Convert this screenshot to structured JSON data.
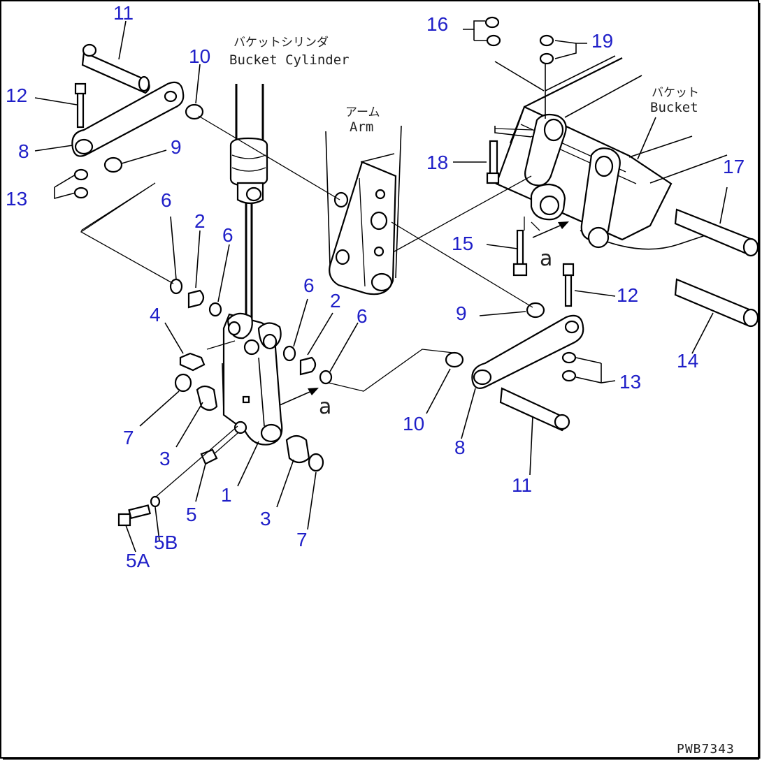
{
  "diagram": {
    "drawing_code": "PWB7343",
    "labels": {
      "bucket_cylinder_jp": "バケットシリンダ",
      "bucket_cylinder_en": "Bucket Cylinder",
      "arm_jp": "アーム",
      "arm_en": "Arm",
      "bucket_jp": "バケット",
      "bucket_en": "Bucket",
      "ref_a1": "a",
      "ref_a2": "a"
    },
    "callouts": {
      "c11a": "11",
      "c10a": "10",
      "c12a": "12",
      "c8a": "8",
      "c9a": "9",
      "c13a": "13",
      "c6a": "6",
      "c2a": "2",
      "c6b": "6",
      "c4": "4",
      "c7a": "7",
      "c3a": "3",
      "c5": "5",
      "c5a": "5A",
      "c5b": "5B",
      "c1": "1",
      "c3b": "3",
      "c7b": "7",
      "c6c": "6",
      "c2b": "2",
      "c6d": "6",
      "c10b": "10",
      "c8b": "8",
      "c11b": "11",
      "c9b": "9",
      "c12b": "12",
      "c13b": "13",
      "c14": "14",
      "c16": "16",
      "c19": "19",
      "c18": "18",
      "c15": "15",
      "c17": "17"
    }
  }
}
